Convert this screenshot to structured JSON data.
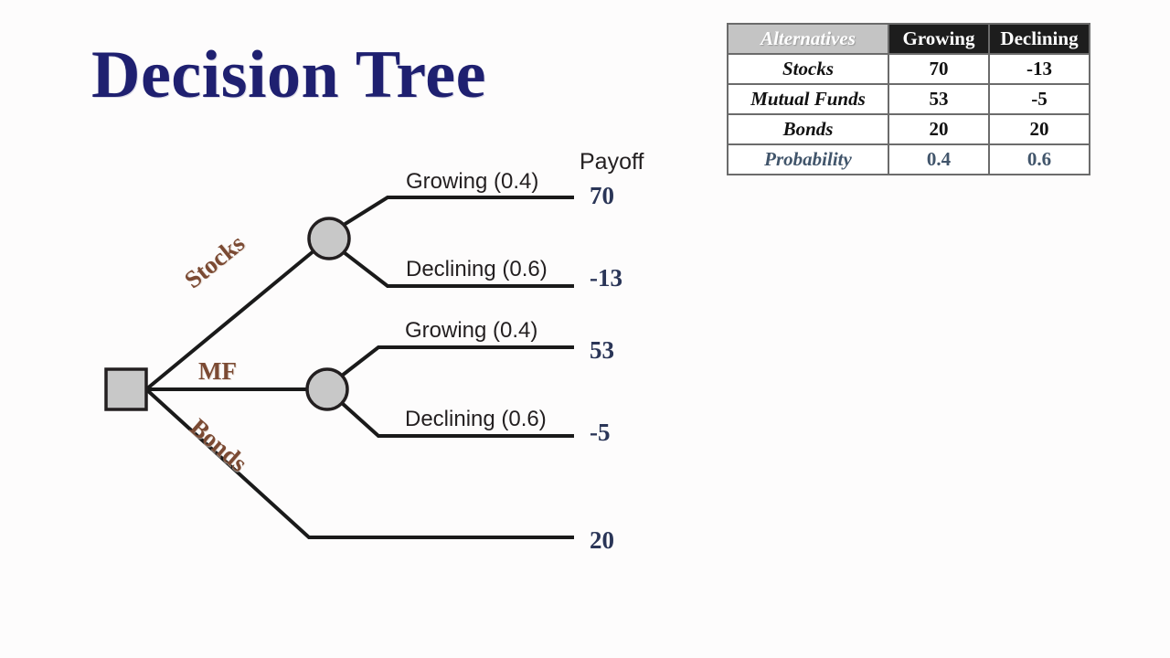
{
  "page": {
    "title": "Decision Tree",
    "background_color": "#fdfcfc",
    "title_color": "#1f2070"
  },
  "tree": {
    "payoff_header": "Payoff",
    "branch_labels": {
      "stocks": "Stocks",
      "mutual_funds": "MF",
      "bonds": "Bonds"
    },
    "branches": [
      {
        "alternative": "Stocks",
        "outcomes": [
          {
            "label": "Growing (0.4)",
            "payoff": "70"
          },
          {
            "label": "Declining (0.6)",
            "payoff": "-13"
          }
        ]
      },
      {
        "alternative": "MF",
        "outcomes": [
          {
            "label": "Growing (0.4)",
            "payoff": "53"
          },
          {
            "label": "Declining (0.6)",
            "payoff": "-5"
          }
        ]
      },
      {
        "alternative": "Bonds",
        "outcomes": [
          {
            "label": "",
            "payoff": "20"
          }
        ]
      }
    ],
    "node_colors": {
      "decision_node_fill": "#c8c8c8",
      "chance_node_fill": "#c8c8c8",
      "node_stroke": "#231f20",
      "branch_stroke": "#1a1a1a",
      "branch_label_color": "#7b4a33",
      "payoff_color": "#2a3557"
    }
  },
  "table": {
    "headers": [
      "Alternatives",
      "Growing",
      "Declining"
    ],
    "rows": [
      {
        "alternative": "Stocks",
        "growing": "70",
        "declining": "-13"
      },
      {
        "alternative": "Mutual Funds",
        "growing": "53",
        "declining": "-5"
      },
      {
        "alternative": "Bonds",
        "growing": "20",
        "declining": "20"
      },
      {
        "alternative": "Probability",
        "growing": "0.4",
        "declining": "0.6"
      }
    ],
    "colors": {
      "alt_header_bg": "#c4c4c4",
      "state_header_bg": "#1d1d1d",
      "probability_text": "#41556b",
      "border": "#6b6b6b"
    }
  }
}
